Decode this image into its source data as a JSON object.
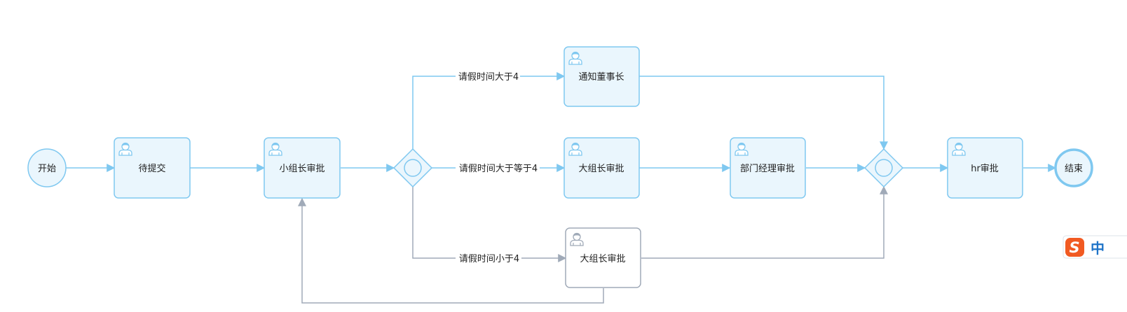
{
  "diagram": {
    "colors": {
      "active_stroke": "#7fc8f0",
      "active_fill": "#eaf6fd",
      "inactive_stroke": "#a0aab8",
      "inactive_fill": "#ffffff",
      "ime_orange": "#f15a22",
      "ime_blue": "#1e73c8"
    },
    "nodes": {
      "start": "开始",
      "submit": "待提交",
      "team_leader": "小组长审批",
      "notify_chairman": "通知董事长",
      "senior_leader_top": "大组长审批",
      "senior_leader_bottom": "大组长审批",
      "dept_manager": "部门经理审批",
      "hr": "hr审批",
      "end": "结束"
    },
    "edges": {
      "gt4": "请假时间大于4",
      "gte4": "请假时间大于等于4",
      "lt4": "请假时间小于4"
    },
    "icons": {
      "task_user": "user-icon",
      "gateway": "inclusive-gateway-icon",
      "ime": "sogou-ime-icon"
    },
    "ime": {
      "logo_letter": "S",
      "label": "中"
    }
  }
}
